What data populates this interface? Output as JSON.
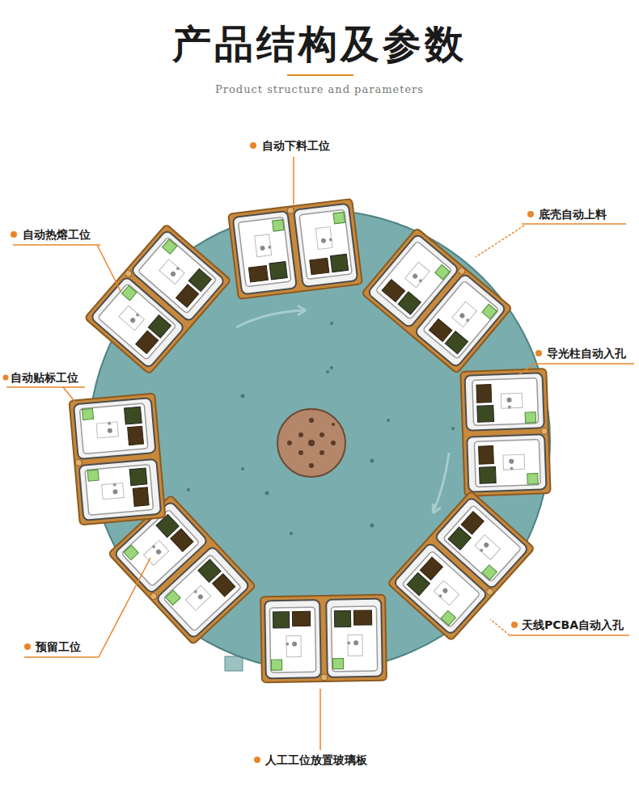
{
  "diagram": {
    "title": "产品结构及参数",
    "labels": [
      "Product structure and parameters",
      "自动下料工位",
      "底壳自动上料",
      "导光柱自动入孔",
      "天线PCBA自动入孔",
      "人工工位放置玻璃板",
      "预留工位",
      "自动贴标工位",
      "自动热熔工位"
    ]
  }
}
